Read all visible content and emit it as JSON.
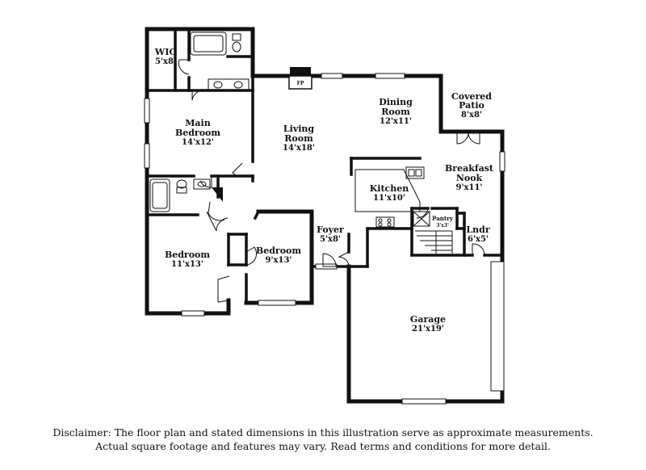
{
  "rooms": {
    "wic": {
      "name": "WIC",
      "dim": "5'x8'"
    },
    "main_bedroom": {
      "name1": "Main",
      "name2": "Bedroom",
      "dim": "14'x12'"
    },
    "living_room": {
      "name1": "Living",
      "name2": "Room",
      "dim": "14'x18'"
    },
    "dining_room": {
      "name1": "Dining",
      "name2": "Room",
      "dim": "12'x11'"
    },
    "covered_patio": {
      "name1": "Covered",
      "name2": "Patio",
      "dim": "8'x8'"
    },
    "breakfast_nook": {
      "name1": "Breakfast",
      "name2": "Nook",
      "dim": "9'x11'"
    },
    "kitchen": {
      "name": "Kitchen",
      "dim": "11'x10'"
    },
    "pantry": {
      "name": "Pantry",
      "dim": "3'x3'"
    },
    "laundry": {
      "name": "Lndr",
      "dim": "6'x5'"
    },
    "foyer": {
      "name": "Foyer",
      "dim": "5'x8'"
    },
    "bedroom_left": {
      "name": "Bedroom",
      "dim": "11'x13'"
    },
    "bedroom_mid": {
      "name": "Bedroom",
      "dim": "9'x13'"
    },
    "garage": {
      "name": "Garage",
      "dim": "21'x19'"
    }
  },
  "fireplace": "FP",
  "disclaimer": {
    "line1": "Disclaimer: The floor plan and stated dimensions in this illustration serve as approximate measurements.",
    "line2": "Actual square footage and features may vary. Read terms and conditions for more detail."
  }
}
